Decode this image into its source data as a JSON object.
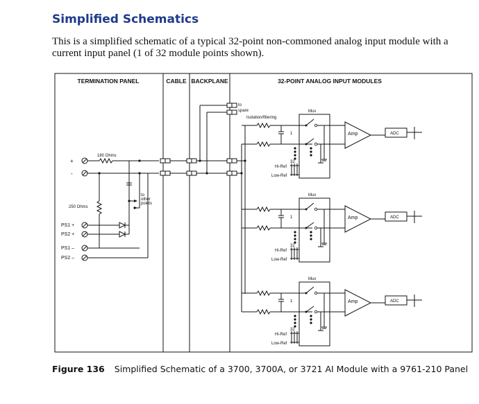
{
  "page": {
    "title": "Simplified Schematics",
    "intro": "This is a simplified schematic of a typical 32-point non-commoned analog input module with a current input panel (1 of 32 module points shown).",
    "figure_label": "Figure 136",
    "figure_caption": "Simplified Schematic of a 3700, 3700A, or 3721 AI Module with a 9761-210 Panel"
  },
  "diagram": {
    "sections": {
      "termination": "TERMINATION PANEL",
      "cable": "CABLE",
      "backplane": "BACKPLANE",
      "modules": "32-POINT ANALOG INPUT MODULES"
    },
    "terminals": {
      "plus": "+",
      "minus": "-",
      "ps1_plus": "PS1  +",
      "ps2_plus": "PS2  +",
      "ps1_minus": "PS1  –",
      "ps2_minus": "PS2  –"
    },
    "labels": {
      "r180": "180 Ohms",
      "r250": "250 Ohms",
      "to_other_1": "to",
      "to_other_2": "other",
      "to_other_3": "points",
      "to_spare_1": "to",
      "to_spare_2": "spare",
      "isolation": "Isolation/filtering",
      "mux": "Mux",
      "amp": "Amp",
      "adc": "ADC",
      "hi_ref": "Hi-Ref",
      "low_ref": "Low-Ref",
      "ch1": "1",
      "ch32": "32"
    }
  }
}
